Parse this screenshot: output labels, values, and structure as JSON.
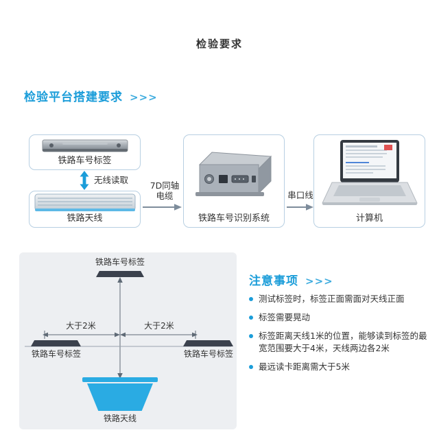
{
  "colors": {
    "accent": "#1b9dd9",
    "antenna-blue": "#2aabe3",
    "box-border": "#b7cfe2",
    "panel-bg": "#edeff2",
    "dark-bar": "#3b414d"
  },
  "page_title": "检验要求",
  "platform_section": {
    "heading": "检验平台搭建要求",
    "chevrons": ">>>",
    "boxes": {
      "tag_label": "铁路车号标签",
      "antenna_label": "铁路天线",
      "system_label": "铁路车号识别系统",
      "computer_label": "计算机"
    },
    "links": {
      "wireless_label": "无线读取",
      "coax_label_line1": "7D同轴",
      "coax_label_line2": "电缆",
      "serial_label": "串口线"
    }
  },
  "layout_diagram": {
    "top_tag_label": "铁路车号标签",
    "left_tag_label": "铁路车号标签",
    "right_tag_label": "铁路车号标签",
    "antenna_label": "铁路天线",
    "left_distance_label": "大于2米",
    "right_distance_label": "大于2米"
  },
  "notes_section": {
    "heading": "注意事项",
    "chevrons": ">>>",
    "bullets": [
      "测试标签时，标签正面需面对天线正面",
      "标签需要晃动",
      "标签距离天线1米的位置，能够读到标签的最宽范围要大于4米，天线两边各2米",
      "最远读卡距离需大于5米"
    ]
  }
}
